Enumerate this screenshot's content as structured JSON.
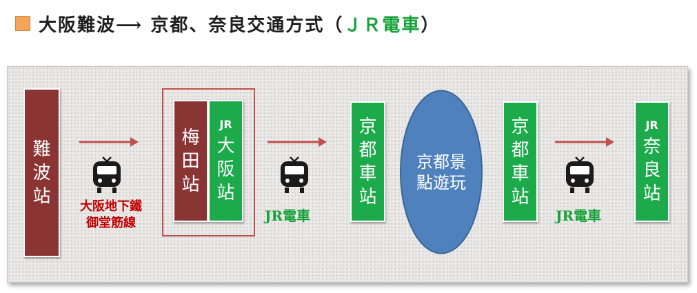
{
  "title": {
    "main": "大阪難波",
    "arrow": "⟶",
    "mid": " 京都、奈良交通方式（",
    "jr": "ＪＲ電車",
    "close": "）"
  },
  "stations": {
    "namba": "難波站",
    "umeda": "梅田站",
    "osaka_jr": "JR",
    "osaka": "大阪站",
    "kyoto1": "京都車站",
    "kyoto2": "京都車站",
    "nara_jr": "JR",
    "nara": "奈良站"
  },
  "kyoto_spot": "京都景點遊玩",
  "captions": {
    "subway": "大阪地下鐵\n御堂筋線",
    "jr1": "JR電車",
    "jr2": "JR電車"
  },
  "colors": {
    "station_red": "#8b3434",
    "station_green": "#1daa4a",
    "arrow": "#c0504d",
    "ellipse": "#4f81bd",
    "caption_red": "#c00000",
    "caption_green": "#17a23a"
  },
  "icons": [
    "train-icon"
  ]
}
